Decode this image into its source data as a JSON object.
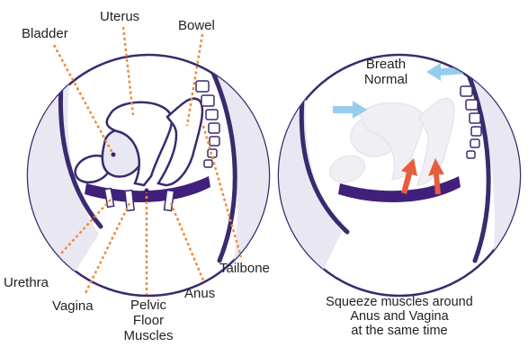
{
  "left_panel": {
    "labels": {
      "uterus": "Uterus",
      "bladder": "Bladder",
      "bowel": "Bowel",
      "tailbone": "Tailbone",
      "urethra": "Urethra",
      "vagina": "Vagina",
      "anus": "Anus",
      "pelvic_floor": [
        "Pelvic",
        "Floor",
        "Muscles"
      ]
    }
  },
  "right_panel": {
    "breath_label": [
      "Breath",
      "Normal"
    ],
    "caption": [
      "Squeeze muscles around",
      "Anus and Vagina",
      "at the same time"
    ]
  },
  "colors": {
    "outline": "#3a2a6e",
    "muscle": "#40207a",
    "leader_line": "#ee8a3c",
    "arrow": "#e85d3c",
    "breath_arrow": "#8cc8ea",
    "background_tint": "#e9e7f2"
  }
}
